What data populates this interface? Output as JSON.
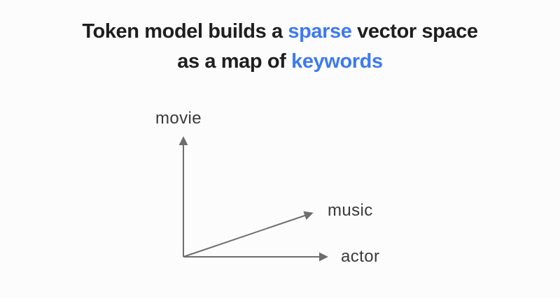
{
  "title": {
    "line1_pre": "Token model builds a ",
    "line1_highlight": "sparse",
    "line1_post": " vector space",
    "line2_pre": "as a map of ",
    "line2_highlight": "keywords"
  },
  "diagram": {
    "description": "2D sparse vector space sketch with origin at lower left",
    "axes": [
      {
        "label": "movie",
        "direction": "up"
      },
      {
        "label": "music",
        "direction": "diagonal-up-right"
      },
      {
        "label": "actor",
        "direction": "right"
      }
    ]
  },
  "colors": {
    "highlight": "#3d7af0",
    "title-text": "#1e1e1e",
    "arrow": "#6e6e6e",
    "label-text": "#3a3a3a",
    "background": "#fcfcfc"
  }
}
